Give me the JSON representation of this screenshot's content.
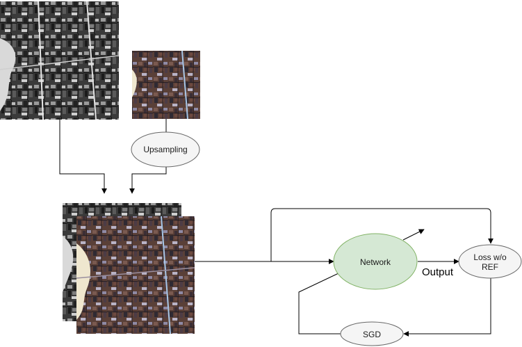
{
  "nodes": {
    "upsampling": {
      "label": "Upsampling"
    },
    "network": {
      "label": "Network"
    },
    "loss_line1": "Loss w/o",
    "loss_line2": "REF",
    "sgd": {
      "label": "SGD"
    }
  },
  "edges": {
    "output_label": "Output"
  },
  "colors": {
    "network_fill": "#d5e8d4",
    "network_stroke": "#82b366",
    "ellipse_fill": "#f5f5f5",
    "ellipse_stroke": "#666666",
    "line": "#000000"
  },
  "images": {
    "pan_image": "panchromatic-satellite-image",
    "ms_image": "multispectral-satellite-image",
    "stack_back": "panchromatic-satellite-image",
    "stack_front": "multispectral-satellite-image"
  }
}
